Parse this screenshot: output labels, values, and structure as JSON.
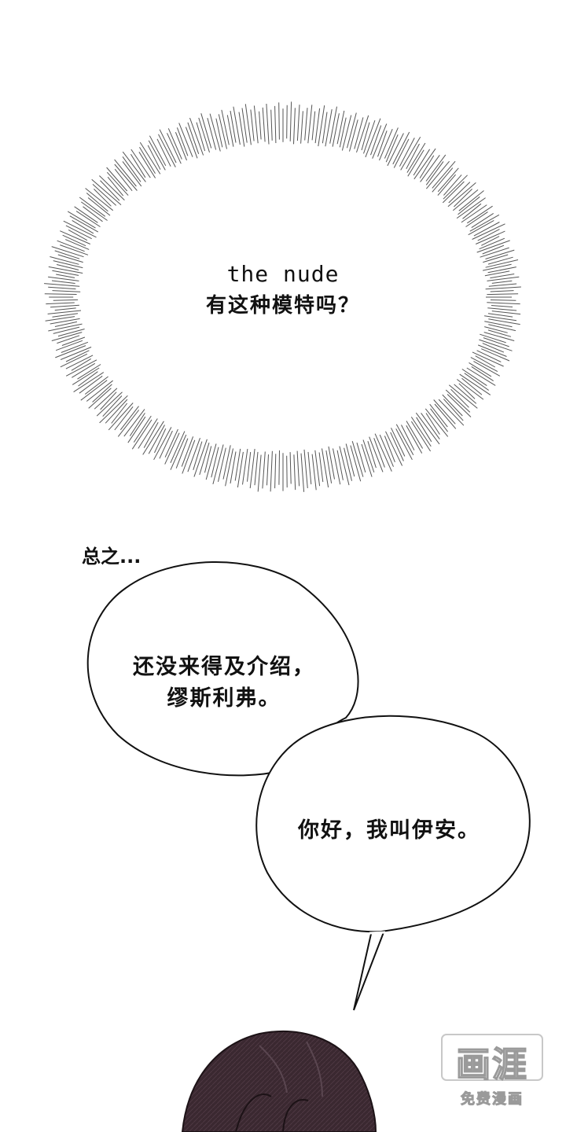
{
  "burst_bubble": {
    "line1": "the nude",
    "line2": "有这种模特吗？"
  },
  "narration": {
    "text": "总之..."
  },
  "bubble_intro": {
    "line1": "还没来得及介绍，",
    "line2": "缪斯利弗。"
  },
  "bubble_greeting": {
    "line1": "你好，我叫伊安。"
  },
  "watermark": {
    "logo_text": "画涯",
    "tagline": "免费漫画"
  },
  "colors": {
    "background": "#ffffff",
    "ink": "#111111",
    "hair": "#3a2830"
  }
}
